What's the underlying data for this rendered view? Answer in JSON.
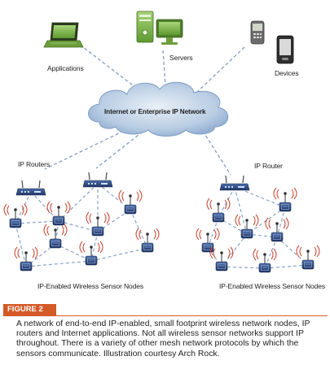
{
  "labels": {
    "applications": "Applications",
    "servers": "Servers",
    "devices": "Devices",
    "network": "Internet or Enterprise IP Network",
    "routers_left": "IP Routers",
    "router_right": "IP Router",
    "nodes_left": "IP-Enabled Wireless Sensor Nodes",
    "nodes_right": "IP-Enabled Wireless Sensor Nodes"
  },
  "figure": {
    "tag": "FIGURE 2",
    "caption": "A network of end-to-end IP-enabled, small footprint wireless network nodes, IP routers and Internet applications. Not all wireless sensor networks support IP throughout. There is a variety of other mesh network protocols by which the sensors communicate. Illustration courtesy Arch Rock."
  },
  "colors": {
    "link": "#7f9cc6",
    "cloud": "#9fb9d8",
    "device_green": "#7dbb45",
    "node_blue": "#2f4d86",
    "accent": "#d45a26"
  }
}
